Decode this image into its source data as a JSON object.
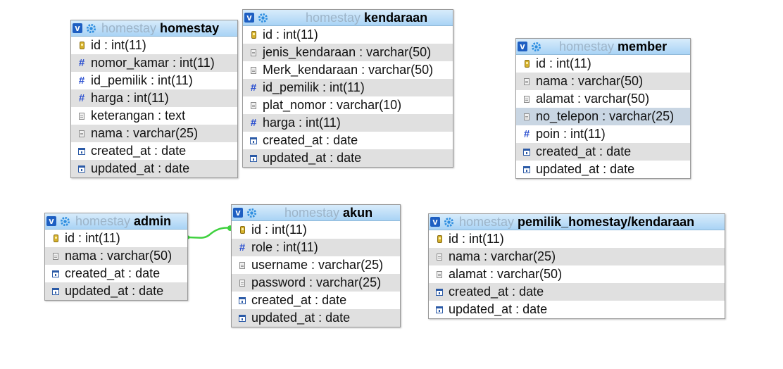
{
  "database": "homestay",
  "tables": [
    {
      "name": "homestay",
      "columns": [
        {
          "text": "id : int(11)",
          "icon": "key-icon"
        },
        {
          "text": "nomor_kamar : int(11)",
          "icon": "hash-icon"
        },
        {
          "text": "id_pemilik : int(11)",
          "icon": "hash-icon"
        },
        {
          "text": "harga : int(11)",
          "icon": "hash-icon"
        },
        {
          "text": "keterangan : text",
          "icon": "text-icon"
        },
        {
          "text": "nama : varchar(25)",
          "icon": "text-icon"
        },
        {
          "text": "created_at : date",
          "icon": "date-icon"
        },
        {
          "text": "updated_at : date",
          "icon": "date-icon"
        }
      ]
    },
    {
      "name": "kendaraan",
      "columns": [
        {
          "text": "id : int(11)",
          "icon": "key-icon"
        },
        {
          "text": "jenis_kendaraan : varchar(50)",
          "icon": "text-icon"
        },
        {
          "text": "Merk_kendaraan : varchar(50)",
          "icon": "text-icon"
        },
        {
          "text": "id_pemilik : int(11)",
          "icon": "hash-icon"
        },
        {
          "text": "plat_nomor : varchar(10)",
          "icon": "text-icon"
        },
        {
          "text": "harga : int(11)",
          "icon": "hash-icon"
        },
        {
          "text": "created_at : date",
          "icon": "date-icon"
        },
        {
          "text": "updated_at : date",
          "icon": "date-icon"
        }
      ]
    },
    {
      "name": "member",
      "columns": [
        {
          "text": "id : int(11)",
          "icon": "key-icon"
        },
        {
          "text": "nama : varchar(50)",
          "icon": "text-icon"
        },
        {
          "text": "alamat : varchar(50)",
          "icon": "text-icon"
        },
        {
          "text": "no_telepon : varchar(25)",
          "icon": "text-icon",
          "highlight": true
        },
        {
          "text": "poin : int(11)",
          "icon": "hash-icon"
        },
        {
          "text": "created_at : date",
          "icon": "date-icon"
        },
        {
          "text": "updated_at : date",
          "icon": "date-icon"
        }
      ]
    },
    {
      "name": "admin",
      "columns": [
        {
          "text": "id : int(11)",
          "icon": "key-icon"
        },
        {
          "text": "nama : varchar(50)",
          "icon": "text-icon"
        },
        {
          "text": "created_at : date",
          "icon": "date-icon"
        },
        {
          "text": "updated_at : date",
          "icon": "date-icon"
        }
      ]
    },
    {
      "name": "akun",
      "columns": [
        {
          "text": "id : int(11)",
          "icon": "key-icon"
        },
        {
          "text": "role : int(11)",
          "icon": "hash-icon"
        },
        {
          "text": "username : varchar(25)",
          "icon": "text-icon"
        },
        {
          "text": "password : varchar(25)",
          "icon": "text-icon"
        },
        {
          "text": "created_at : date",
          "icon": "date-icon"
        },
        {
          "text": "updated_at : date",
          "icon": "date-icon"
        }
      ]
    },
    {
      "name": "pemilik_homestay/kendaraan",
      "columns": [
        {
          "text": "id : int(11)",
          "icon": "key-icon"
        },
        {
          "text": "nama : varchar(25)",
          "icon": "text-icon"
        },
        {
          "text": "alamat : varchar(50)",
          "icon": "text-icon"
        },
        {
          "text": "created_at : date",
          "icon": "date-icon"
        },
        {
          "text": "updated_at : date",
          "icon": "date-icon"
        }
      ]
    }
  ],
  "relations": [
    {
      "from": "admin",
      "to": "akun",
      "color": "#3fd13f"
    }
  ],
  "colors": {
    "header_db_text": "#9db4c8",
    "relation_line": "#3fd13f",
    "row_alt": "#e0e0e0"
  }
}
